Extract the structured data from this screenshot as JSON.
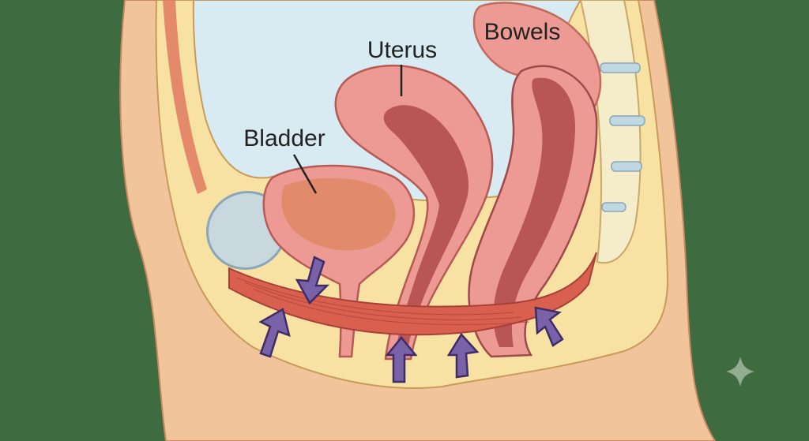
{
  "labels": {
    "uterus": "Uterus",
    "bowels": "Bowels",
    "bladder": "Bladder"
  },
  "colors": {
    "background": "#3f6b40",
    "skin": "#f2c49c",
    "fat_layer": "#f7e2a3",
    "cavity": "#d8ebf2",
    "organ_light": "#ec9a93",
    "organ_dark": "#b85656",
    "bladder_fill": "#e18a6c",
    "muscle": "#d9604f",
    "spine": "#f5ecc9",
    "arrow": "#7a62a8"
  },
  "icons": {
    "watermark": "sparkle-icon",
    "arrows": "arrow-icon"
  }
}
